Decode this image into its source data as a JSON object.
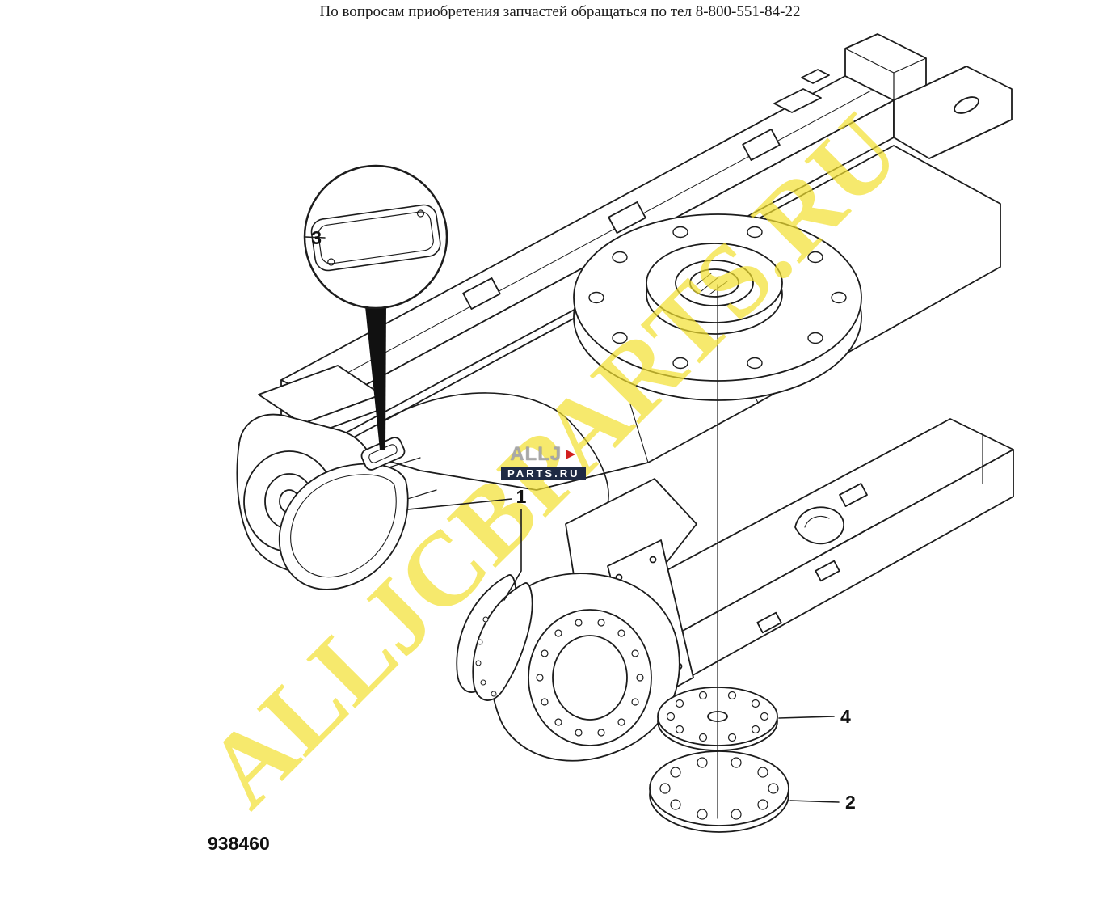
{
  "header": {
    "text": "По вопросам приобретения запчастей обращаться по тел 8-800-551-84-22"
  },
  "figure": {
    "part_number": "938460",
    "watermark": {
      "text": "ALLJCBPARTS.RU",
      "color": "#f2df2f"
    },
    "logo": {
      "top": "ALLJ",
      "bottom": "PARTS.RU",
      "accent_color": "#d21f1f"
    },
    "callouts": [
      {
        "label": "1"
      },
      {
        "label": "2"
      },
      {
        "label": "3"
      },
      {
        "label": "4"
      }
    ]
  }
}
